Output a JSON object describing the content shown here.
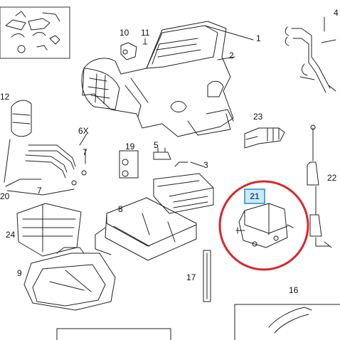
{
  "diagram": {
    "part_labels": [
      "1",
      "2",
      "3",
      "4",
      "5",
      "6X",
      "7",
      "7",
      "8",
      "9",
      "10",
      "11",
      "12",
      "16",
      "17",
      "19",
      "20",
      "22",
      "23",
      "24"
    ],
    "highlighted_label": "21",
    "highlight_colors": {
      "circle": "#d9262c",
      "label_fill": "#cfe8f6",
      "label_border": "#49a8d8",
      "label_text": "#1b5f86"
    }
  }
}
